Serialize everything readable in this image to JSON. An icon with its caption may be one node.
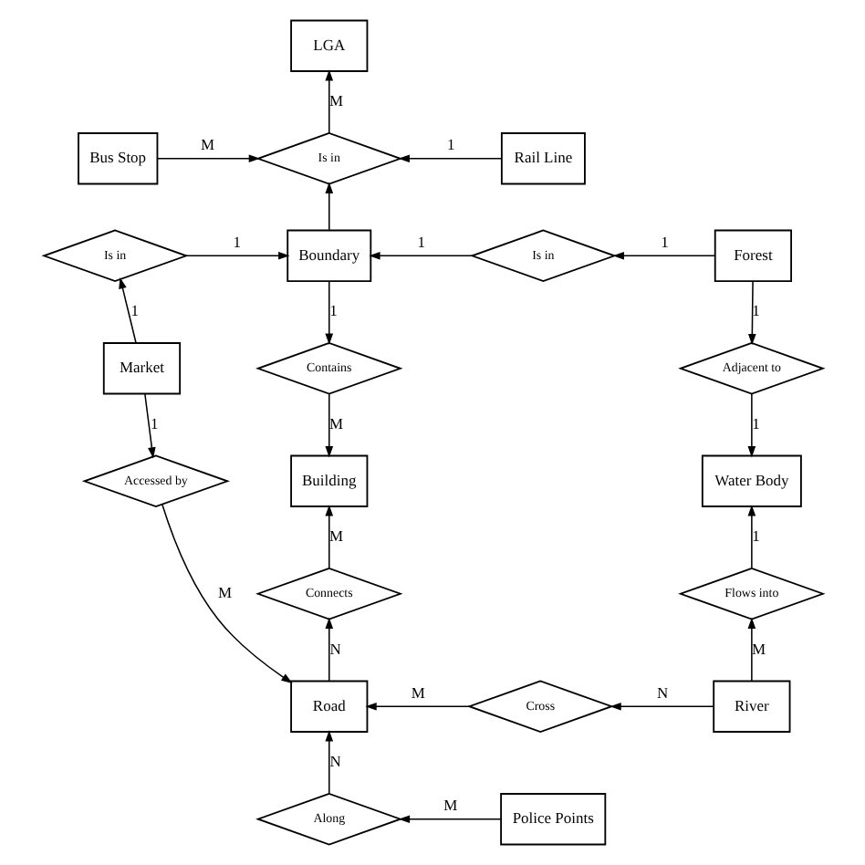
{
  "diagram": {
    "nodes": [
      {
        "text": [
          "LGA"
        ]
      },
      {
        "text": [
          "Bus Stop"
        ]
      },
      {
        "text": [
          "Is in"
        ]
      },
      {
        "text": [
          "Rail Line"
        ]
      },
      {
        "text": [
          "Is in"
        ]
      },
      {
        "text": [
          "Boundary"
        ]
      },
      {
        "text": [
          "Is in"
        ]
      },
      {
        "text": [
          "Forest"
        ]
      },
      {
        "text": [
          "Market"
        ]
      },
      {
        "text": [
          "Contains"
        ]
      },
      {
        "text": [
          "Adjacent to"
        ]
      },
      {
        "text": [
          "Building"
        ]
      },
      {
        "text": [
          "Water Body"
        ]
      },
      {
        "text": [
          "Accessed by"
        ]
      },
      {
        "text": [
          "Connects"
        ]
      },
      {
        "text": [
          "Flows into"
        ]
      },
      {
        "text": [
          "Road"
        ]
      },
      {
        "text": [
          "Cross"
        ]
      },
      {
        "text": [
          "River"
        ]
      },
      {
        "text": [
          "Along"
        ]
      },
      {
        "text": [
          "Police Points"
        ]
      }
    ],
    "edges": [
      {
        "from": 2,
        "to": 0,
        "arrow": "to",
        "label": "M"
      },
      {
        "from": 1,
        "to": 2,
        "arrow": "to",
        "label": "M"
      },
      {
        "from": 3,
        "to": 2,
        "arrow": "to",
        "label": "1"
      },
      {
        "from": 5,
        "to": 2,
        "arrow": "to"
      },
      {
        "from": 4,
        "to": 5,
        "arrow": "to",
        "label": "1"
      },
      {
        "from": 6,
        "to": 5,
        "arrow": "to",
        "label": "1"
      },
      {
        "from": 7,
        "to": 6,
        "arrow": "to",
        "label": "1"
      },
      {
        "from": 8,
        "to": 4,
        "arrow": "to",
        "label": "1"
      },
      {
        "from": 5,
        "to": 9,
        "arrow": "to",
        "label": "1"
      },
      {
        "from": 7,
        "to": 10,
        "arrow": "to",
        "label": "1"
      },
      {
        "from": 9,
        "to": 11,
        "arrow": "to",
        "label": "M"
      },
      {
        "from": 10,
        "to": 12,
        "arrow": "to",
        "label": "1"
      },
      {
        "from": 8,
        "to": 13,
        "arrow": "to",
        "label": "1"
      },
      {
        "from": 16,
        "to": 14,
        "arrow": "to",
        "label": "N"
      },
      {
        "from": 14,
        "to": 11,
        "arrow": "to",
        "label": "M"
      },
      {
        "from": 18,
        "to": 15,
        "arrow": "to",
        "label": "M"
      },
      {
        "from": 15,
        "to": 12,
        "arrow": "to",
        "label": "1"
      },
      {
        "from": 13,
        "to": 16,
        "arrow": "to",
        "label": "M"
      },
      {
        "from": 17,
        "to": 16,
        "arrow": "to",
        "label": "M"
      },
      {
        "from": 18,
        "to": 17,
        "arrow": "to",
        "label": "N"
      },
      {
        "from": 19,
        "to": 16,
        "arrow": "to",
        "label": "N"
      },
      {
        "from": 20,
        "to": 19,
        "arrow": "to",
        "label": "M"
      }
    ]
  }
}
